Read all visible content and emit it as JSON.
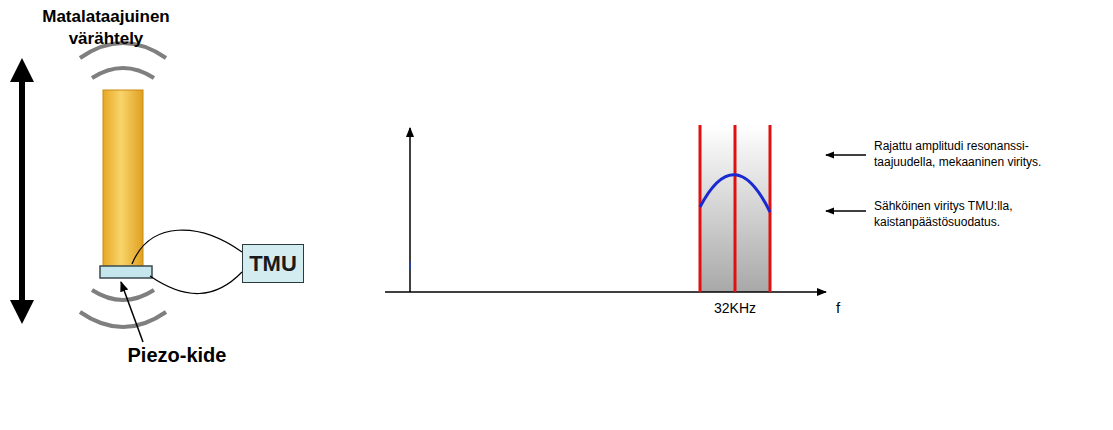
{
  "diagram": {
    "nodes": [
      {
        "text": [
          "TMU"
        ]
      }
    ],
    "labels": [
      "Matalataajuinen värähtely",
      "Piezo-kide",
      "32KHz",
      "f",
      "Rajattu amplitudi resonanssi- taajuudella, mekaaninen viritys.",
      "Sähköinen viritys TMU:lla, kaistanpäästösuodatus."
    ]
  }
}
